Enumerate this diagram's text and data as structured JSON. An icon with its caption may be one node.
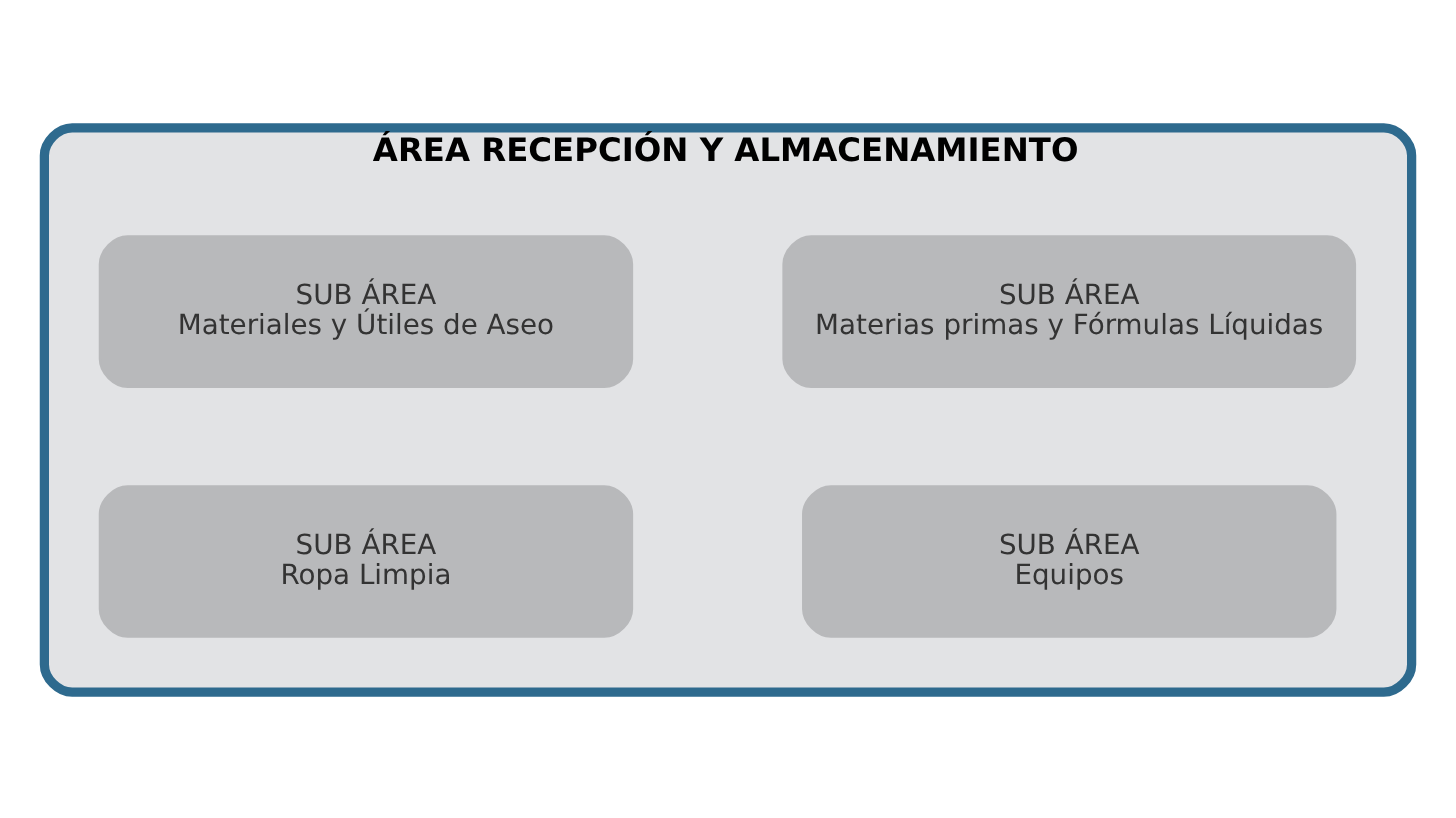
{
  "diagram": {
    "nodes": [
      {
        "text": [
          "ÁREA RECEPCIÓN Y ALMACENAMIENTO"
        ]
      },
      {
        "text": [
          "SUB ÁREA",
          "Materias primas y Fórmulas Líquidas"
        ],
        "in": 0
      },
      {
        "text": [
          "SUB ÁREA",
          "Materiales y Útiles de Aseo"
        ],
        "in": 0
      },
      {
        "text": [
          "SUB ÁREA",
          "Equipos"
        ],
        "in": 0
      },
      {
        "text": [
          "SUB ÁREA",
          "Ropa Limpia"
        ],
        "in": 0
      }
    ]
  }
}
